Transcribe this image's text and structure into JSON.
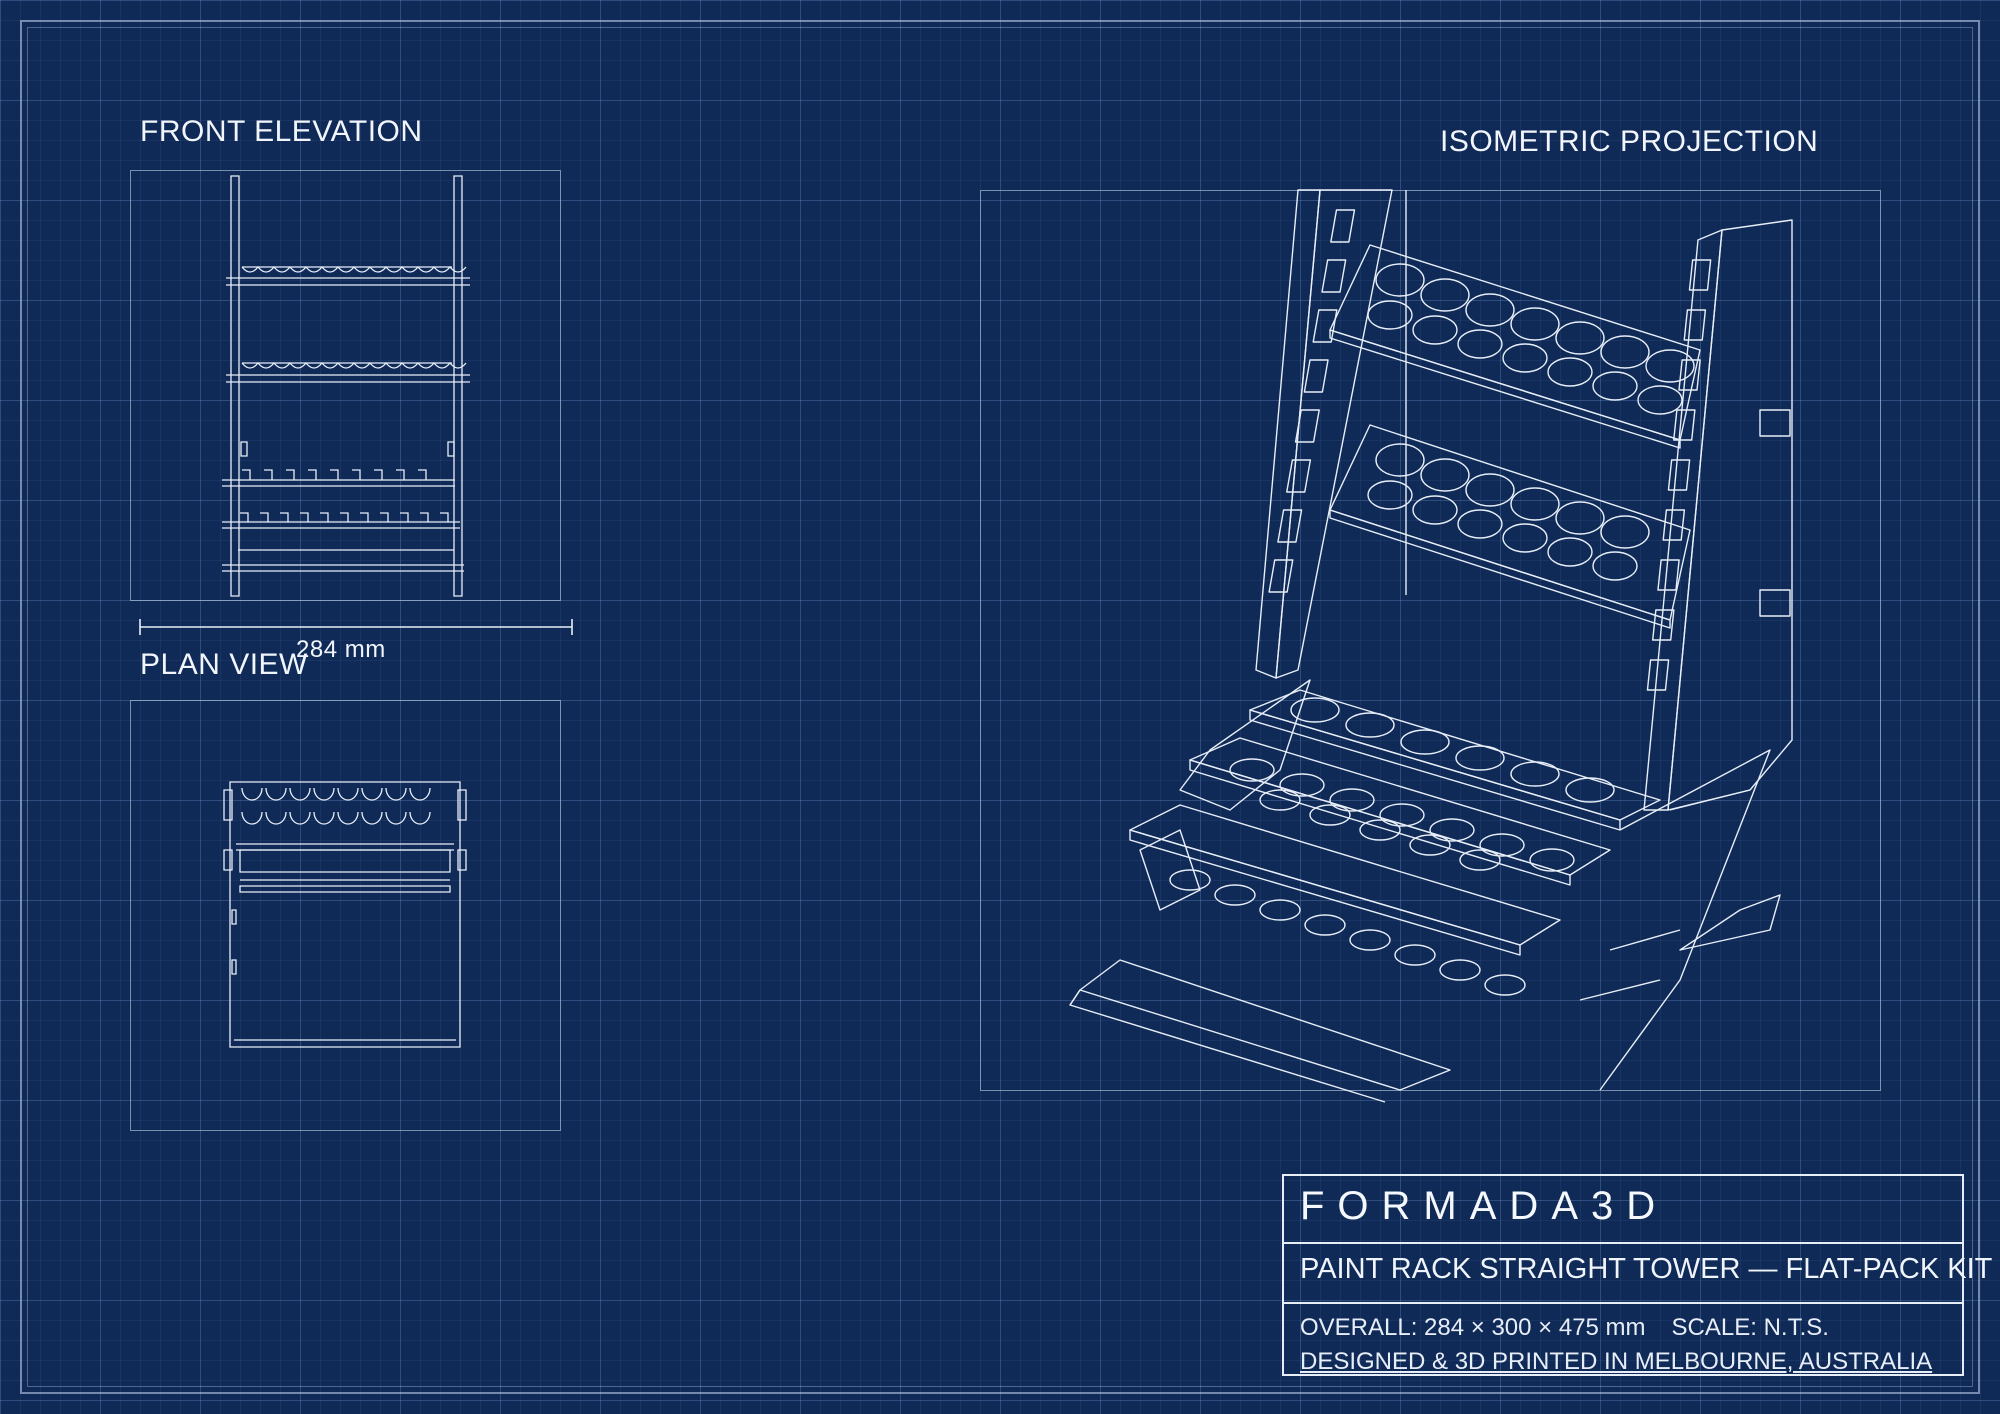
{
  "views": {
    "front": {
      "title": "FRONT ELEVATION"
    },
    "plan": {
      "title": "PLAN VIEW"
    },
    "iso": {
      "title": "ISOMETRIC PROJECTION"
    }
  },
  "dimension": {
    "width_label": "284 mm"
  },
  "title_block": {
    "brand": "FORMADA3D",
    "product": "PAINT RACK STRAIGHT TOWER — FLAT-PACK KIT",
    "overall": "OVERALL: 284 × 300 × 475 mm",
    "scale": "SCALE: N.T.S.",
    "origin": "DESIGNED & 3D PRINTED IN MELBOURNE, AUSTRALIA"
  },
  "colors": {
    "background": "#0f2a57",
    "line": "#e8eef8",
    "grid": "#5a7fb8"
  }
}
